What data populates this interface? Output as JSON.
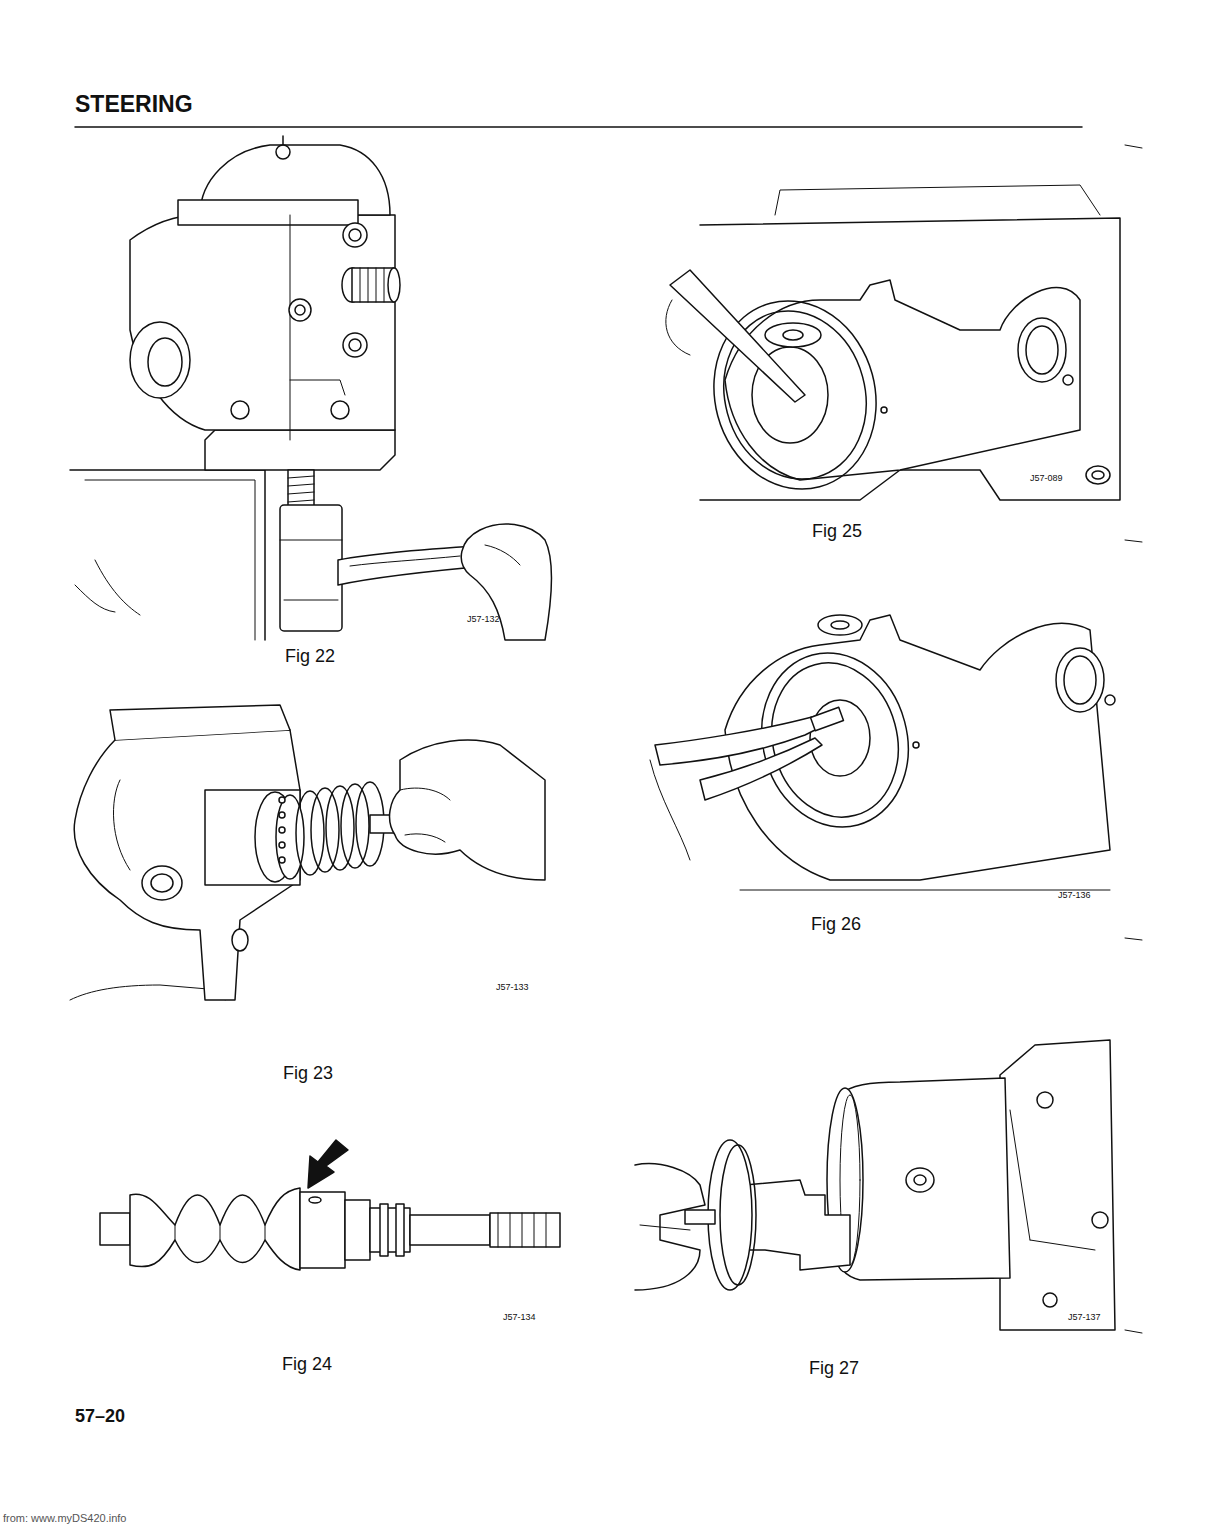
{
  "diagram": {
    "title": "STEERING",
    "labels": [
      "Fig 22",
      "J57-132",
      "Fig 23",
      "J57-133",
      "Fig 24",
      "J57-134",
      "Fig 25",
      "J57-089",
      "Fig 26",
      "J57-136",
      "Fig 27",
      "J57-137",
      "57–20",
      "from: www.myDS420.info"
    ]
  }
}
